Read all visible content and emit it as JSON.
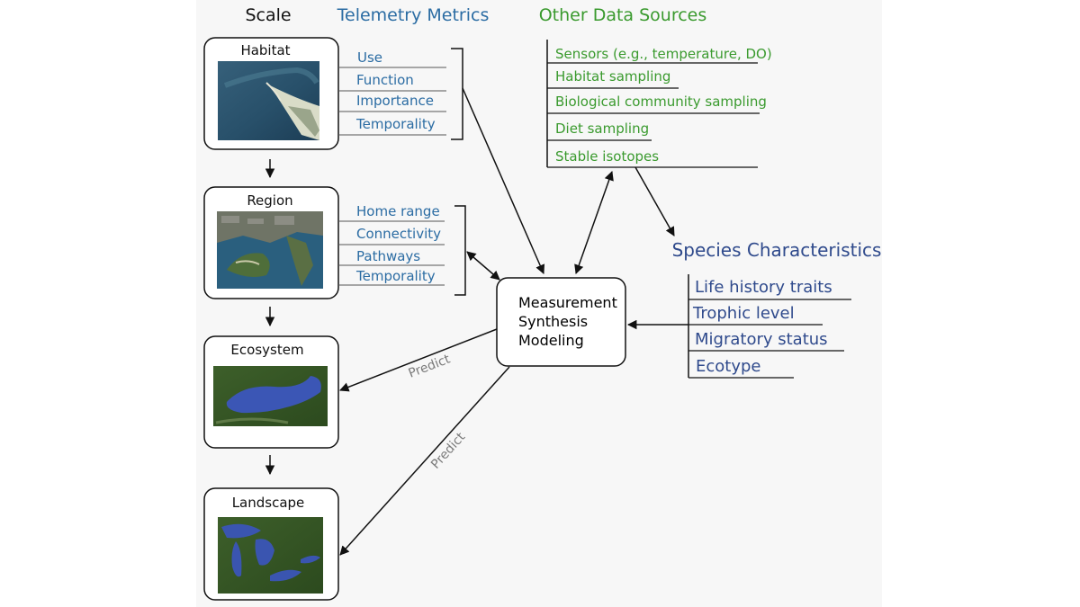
{
  "headers": {
    "scale": "Scale",
    "telemetry": "Telemetry Metrics",
    "other_sources": "Other Data Sources",
    "species": "Species Characteristics"
  },
  "scales": [
    {
      "title": "Habitat",
      "metrics": [
        "Use",
        "Function",
        "Importance",
        "Temporality"
      ]
    },
    {
      "title": "Region",
      "metrics": [
        "Home range",
        "Connectivity",
        "Pathways",
        "Temporality"
      ]
    },
    {
      "title": "Ecosystem"
    },
    {
      "title": "Landscape"
    }
  ],
  "other_sources": [
    "Sensors (e.g., temperature, DO)",
    "Habitat sampling",
    "Biological community sampling",
    "Diet sampling",
    "Stable isotopes"
  ],
  "species_traits": [
    "Life history traits",
    "Trophic level",
    "Migratory status",
    "Ecotype"
  ],
  "core": {
    "line1": "Measurement",
    "line2": "Synthesis",
    "line3": "Modeling"
  },
  "predict_labels": [
    "Predict",
    "Predict"
  ],
  "colors": {
    "telemetry": "#2b6ca3",
    "other_sources": "#3a9a2e",
    "species": "#2f4a8c",
    "predict": "#7a7a7a"
  }
}
